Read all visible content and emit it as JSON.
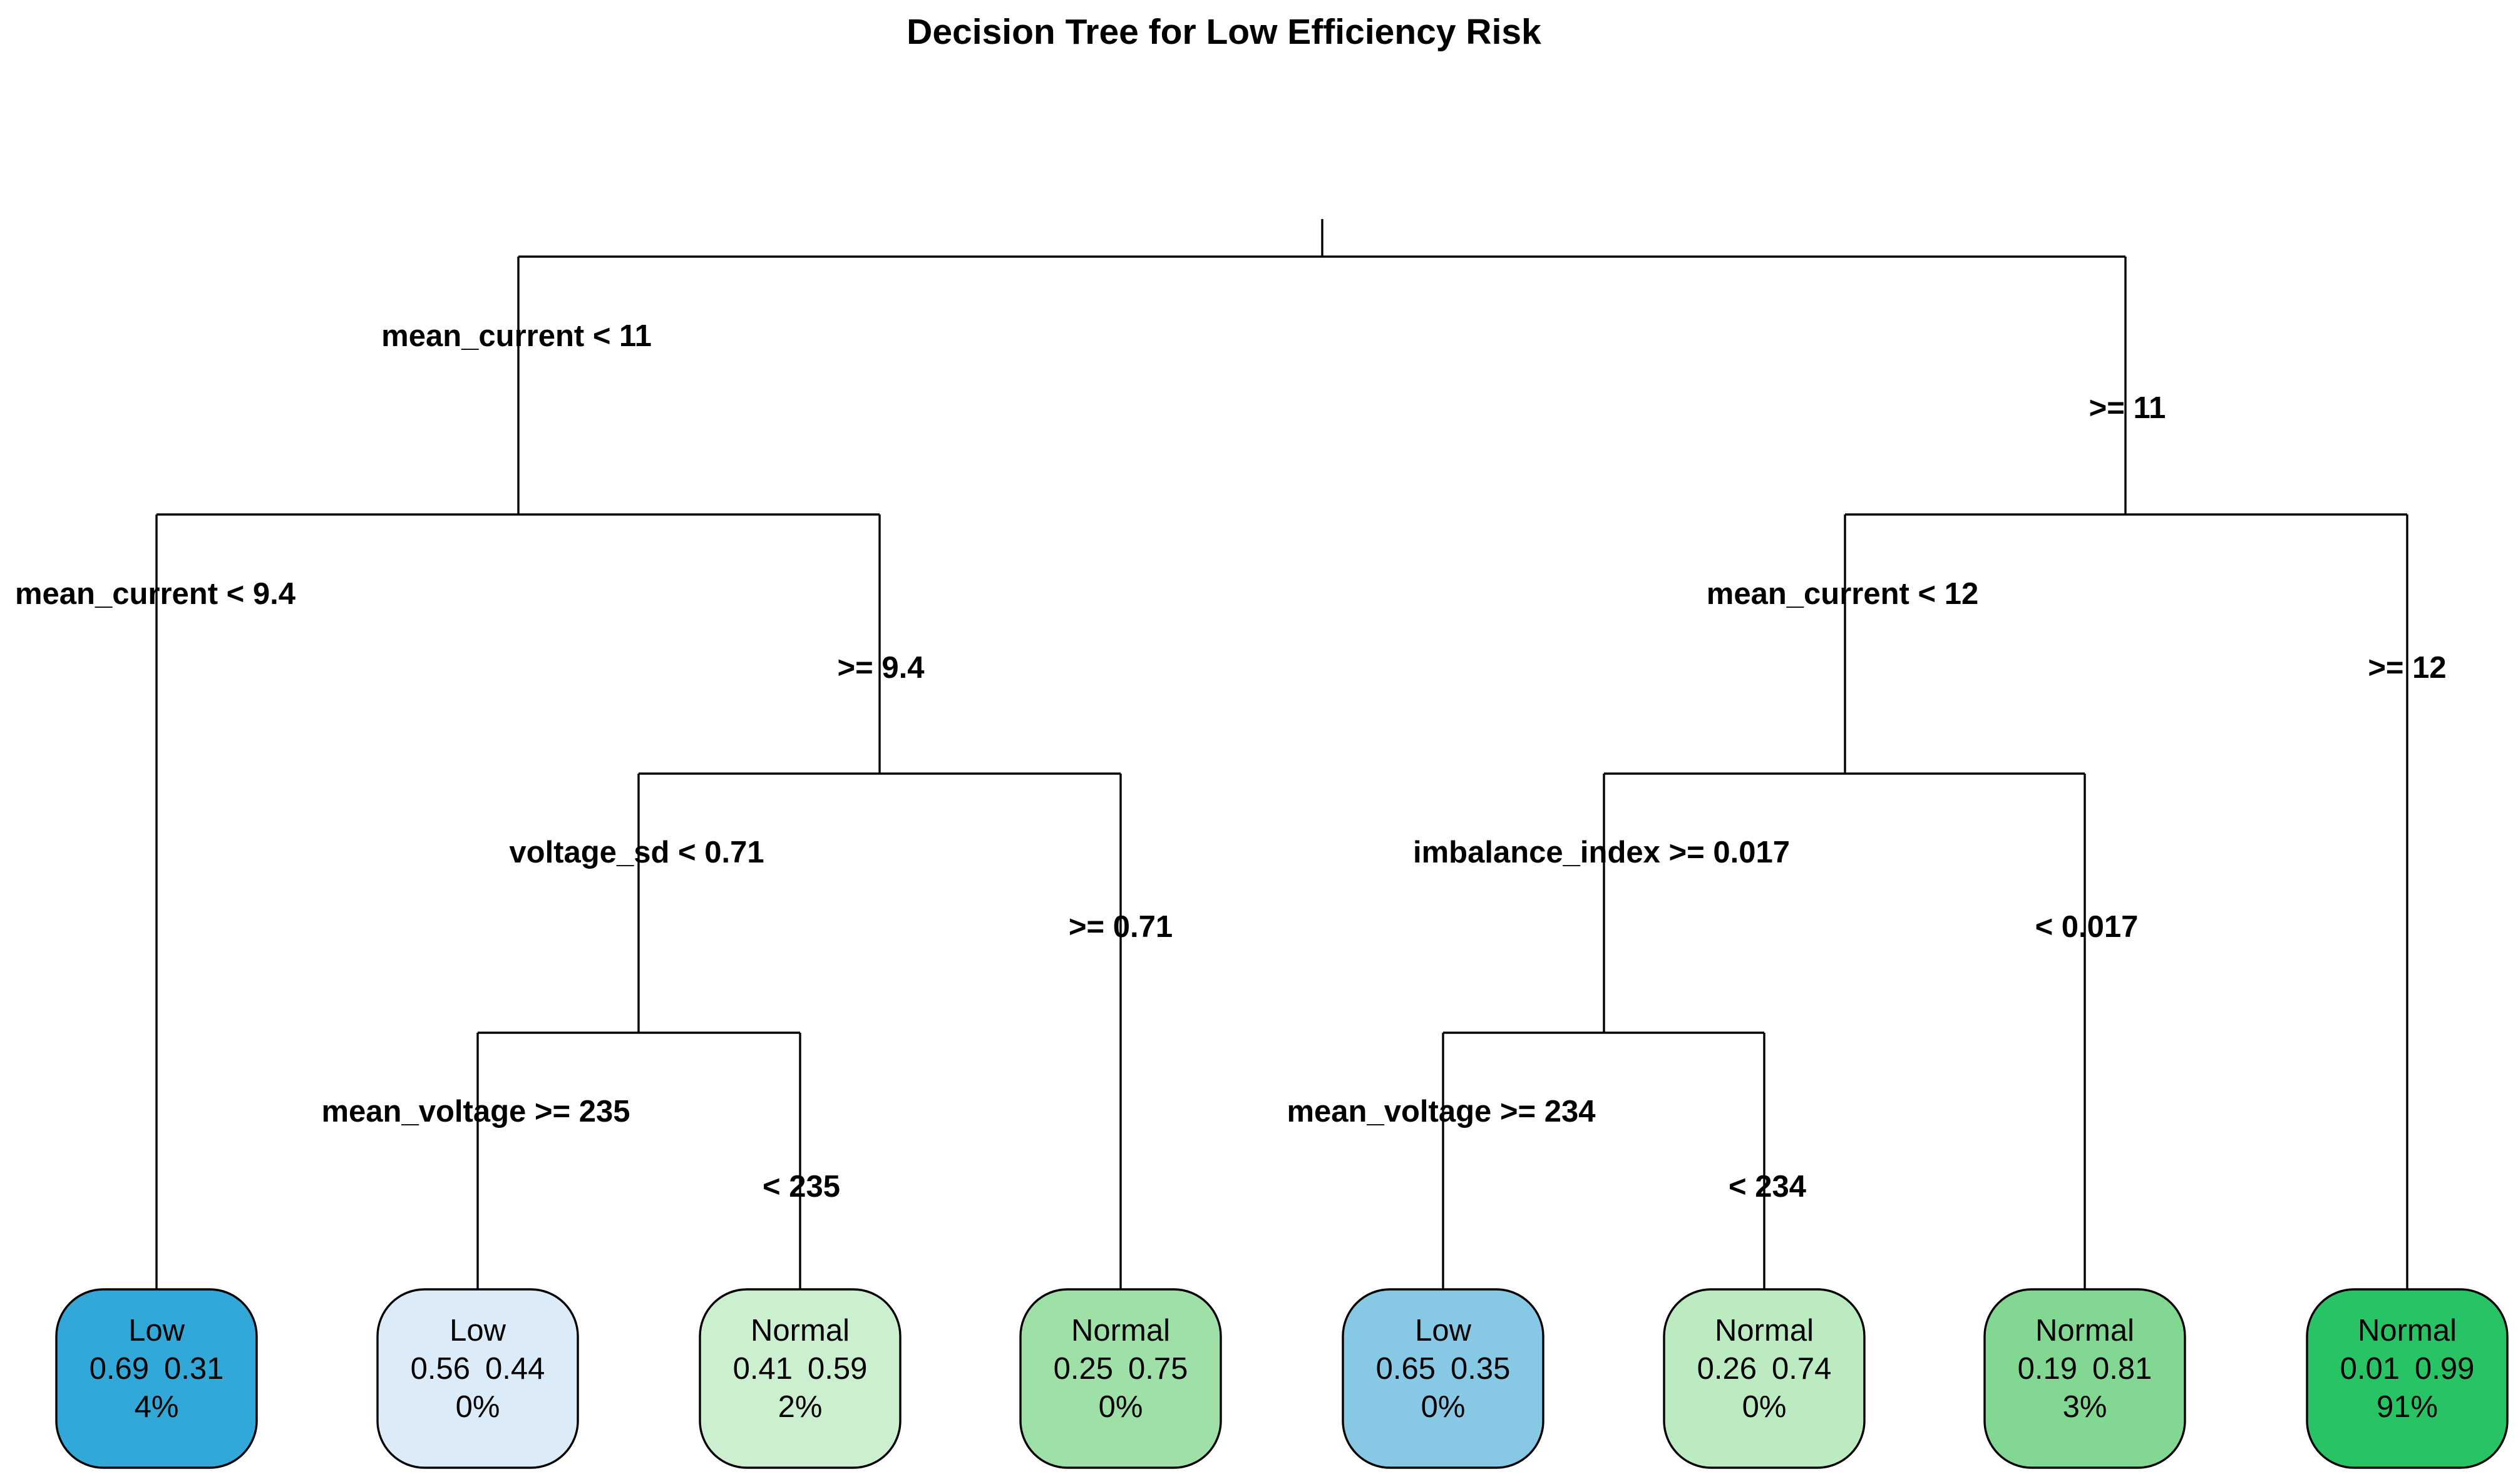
{
  "title": "Decision Tree for Low Efficiency Risk",
  "colors": {
    "line": "#000000",
    "leaf_border": "#000000"
  },
  "root": {
    "left_label": "mean_current < 11",
    "right_label": ">= 11"
  },
  "splits": [
    {
      "id": "s-root",
      "left_label": "mean_current < 11",
      "right_label": ">= 11"
    },
    {
      "id": "s-left",
      "left_label": "mean_current < 9.4",
      "right_label": ">= 9.4"
    },
    {
      "id": "s-left-right",
      "left_label": "voltage_sd < 0.71",
      "right_label": ">= 0.71"
    },
    {
      "id": "s-left-right-left",
      "left_label": "mean_voltage >= 235",
      "right_label": "< 235"
    },
    {
      "id": "s-right",
      "left_label": "mean_current < 12",
      "right_label": ">= 12"
    },
    {
      "id": "s-right-left",
      "left_label": "imbalance_index >= 0.017",
      "right_label": "< 0.017"
    },
    {
      "id": "s-right-left-left",
      "left_label": "mean_voltage >= 234",
      "right_label": "< 234"
    }
  ],
  "leaves": [
    {
      "class": "Low",
      "p_low": "0.69",
      "p_normal": "0.31",
      "pct": "4%",
      "fill": "#31a8d8"
    },
    {
      "class": "Low",
      "p_low": "0.56",
      "p_normal": "0.44",
      "pct": "0%",
      "fill": "#dcebf8"
    },
    {
      "class": "Normal",
      "p_low": "0.41",
      "p_normal": "0.59",
      "pct": "2%",
      "fill": "#ccefcf"
    },
    {
      "class": "Normal",
      "p_low": "0.25",
      "p_normal": "0.75",
      "pct": "0%",
      "fill": "#9fe0a8"
    },
    {
      "class": "Low",
      "p_low": "0.65",
      "p_normal": "0.35",
      "pct": "0%",
      "fill": "#87c9e4"
    },
    {
      "class": "Normal",
      "p_low": "0.26",
      "p_normal": "0.74",
      "pct": "0%",
      "fill": "#bcebc2"
    },
    {
      "class": "Normal",
      "p_low": "0.19",
      "p_normal": "0.81",
      "pct": "3%",
      "fill": "#82d893"
    },
    {
      "class": "Normal",
      "p_low": "0.01",
      "p_normal": "0.99",
      "pct": "91%",
      "fill": "#28c364"
    }
  ]
}
